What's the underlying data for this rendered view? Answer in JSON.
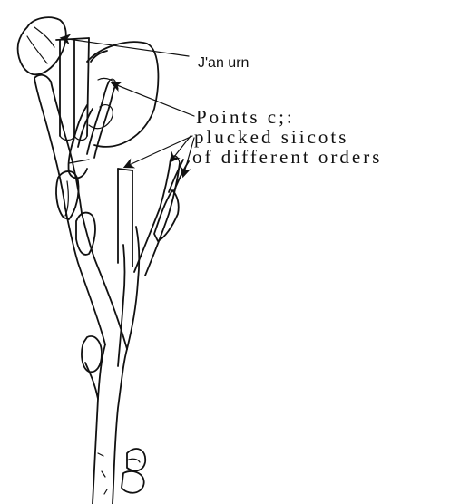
{
  "labels": {
    "janam": "J'an urn",
    "points_line1": "Points c;:",
    "points_line2": "plucked siicots",
    "points_line3": "of different orders"
  },
  "colors": {
    "ink": "#111111",
    "paper": "#ffffff"
  }
}
